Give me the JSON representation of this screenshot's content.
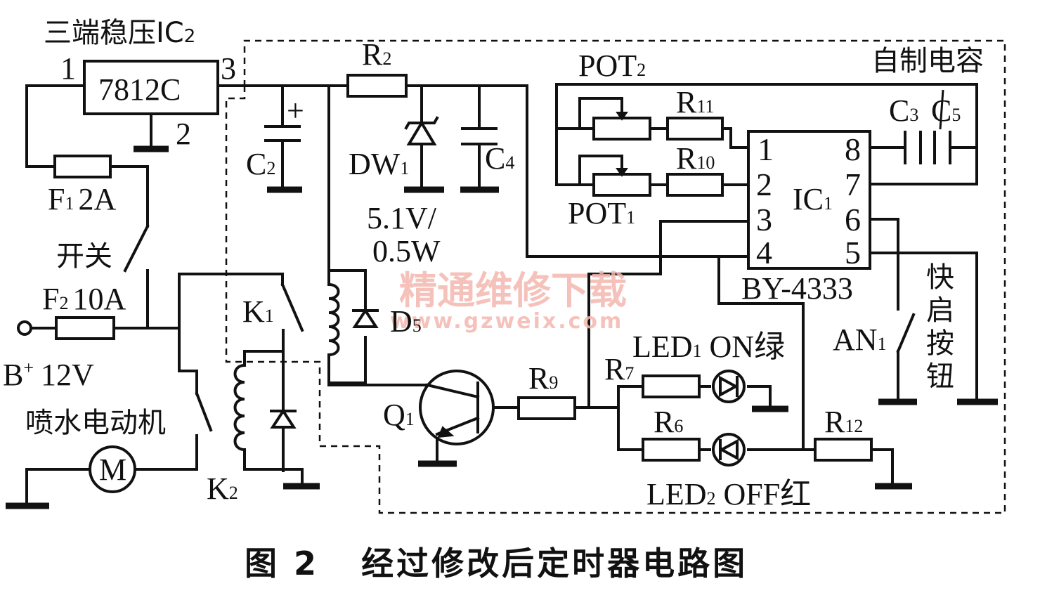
{
  "labels": {
    "ic2_title": "三端稳压IC",
    "ic2_title_sub": "2",
    "ic2_pin1": "1",
    "ic2_pin2": "2",
    "ic2_pin3": "3",
    "ic2_part": "7812C",
    "f1": "F",
    "f1_sub": "1",
    "f1_val": "2A",
    "switch": "开关",
    "f2": "F",
    "f2_sub": "2",
    "f2_val": "10A",
    "bplus": "B",
    "bplus_sup": "+",
    "bplus_val": "12V",
    "motor_name": "喷水电动机",
    "motor_symbol": "M",
    "k2": "K",
    "k2_sub": "2",
    "k1": "K",
    "k1_sub": "1",
    "c2": "C",
    "c2_sub": "2",
    "c2_plus": "+",
    "r2": "R",
    "r2_sub": "2",
    "dw1": "DW",
    "dw1_sub": "1",
    "dw1_rating1": "5.1V/",
    "dw1_rating2": "0.5W",
    "c4": "C",
    "c4_sub": "4",
    "d5": "D",
    "d5_sub": "5",
    "q1": "Q",
    "q1_sub": "1",
    "r9": "R",
    "r9_sub": "9",
    "pot2": "POT",
    "pot2_sub": "2",
    "pot1": "POT",
    "pot1_sub": "1",
    "r11": "R",
    "r11_sub": "11",
    "r10": "R",
    "r10_sub": "10",
    "self_cap": "自制电容",
    "c3": "C",
    "c3_sub": "3",
    "c5": "C",
    "c5_sub": "5",
    "ic1": "IC",
    "ic1_sub": "1",
    "ic1_pin1": "1",
    "ic1_pin2": "2",
    "ic1_pin3": "3",
    "ic1_pin4": "4",
    "ic1_pin5": "5",
    "ic1_pin6": "6",
    "ic1_pin7": "7",
    "ic1_pin8": "8",
    "ic1_part": "BY-4333",
    "led1": "LED",
    "led1_sub": "1",
    "led1_desc": " ON绿",
    "led2": "LED",
    "led2_sub": "2",
    "led2_desc": " OFF红",
    "r7": "R",
    "r7_sub": "7",
    "r6": "R",
    "r6_sub": "6",
    "r12": "R",
    "r12_sub": "12",
    "an1": "AN",
    "an1_sub": "1",
    "quick_button": [
      "快",
      "启",
      "按",
      "钮"
    ]
  },
  "watermark": {
    "cn": "精通维修下载",
    "url": "www.gzweix.com"
  },
  "caption": "图 2   经过修改后定时器电路图"
}
